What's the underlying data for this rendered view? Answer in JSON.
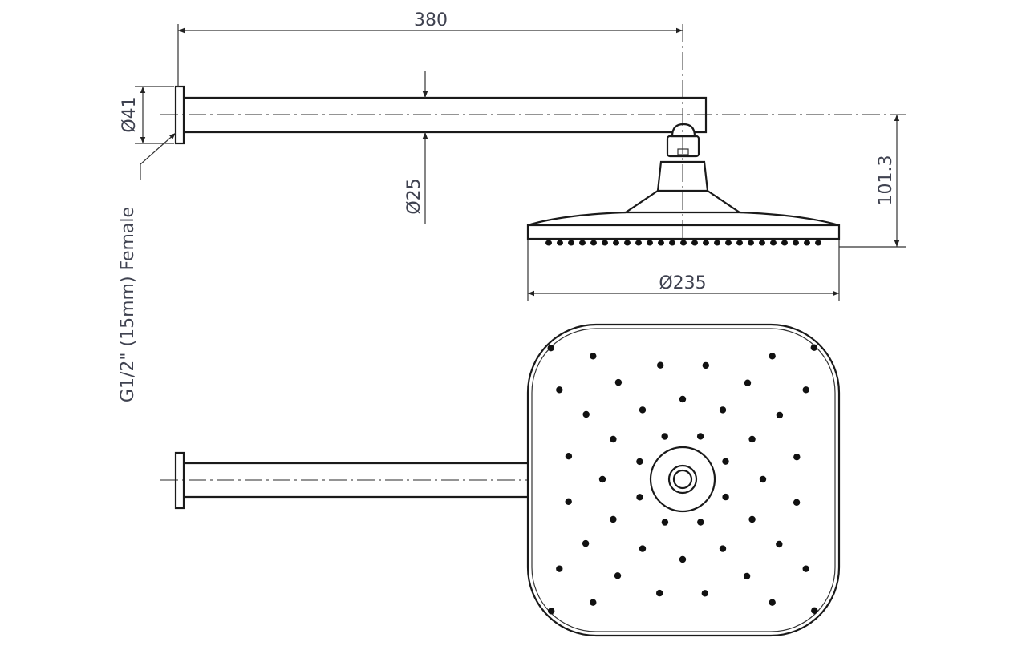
{
  "drawing": {
    "dimensions": {
      "arm_length": "380",
      "flange_diameter": "Ø41",
      "arm_diameter": "Ø25",
      "head_drop": "101.3",
      "head_diameter": "Ø235"
    },
    "callouts": {
      "inlet": "G1/2\" (15mm) Female"
    },
    "colors": {
      "line": "#1a1a1a",
      "text": "#3f4250",
      "background": "#ffffff"
    }
  }
}
